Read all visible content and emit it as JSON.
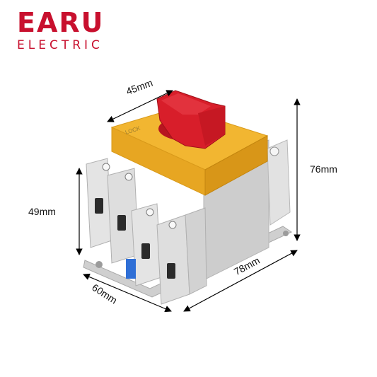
{
  "brand": {
    "name": "EARU",
    "subtitle": "ELECTRIC",
    "color": "#c8102e"
  },
  "product": {
    "lock_label": "LOCK",
    "colors": {
      "knob": "#d81e2a",
      "top_cover": "#f2b631",
      "body": "#d9d9d9",
      "terminal_accent": "#2f6fd6"
    }
  },
  "dimensions": {
    "width_label": "45mm",
    "height_label": "76mm",
    "terminal_height_label": "49mm",
    "depth_label": "60mm",
    "length_label": "78mm"
  }
}
